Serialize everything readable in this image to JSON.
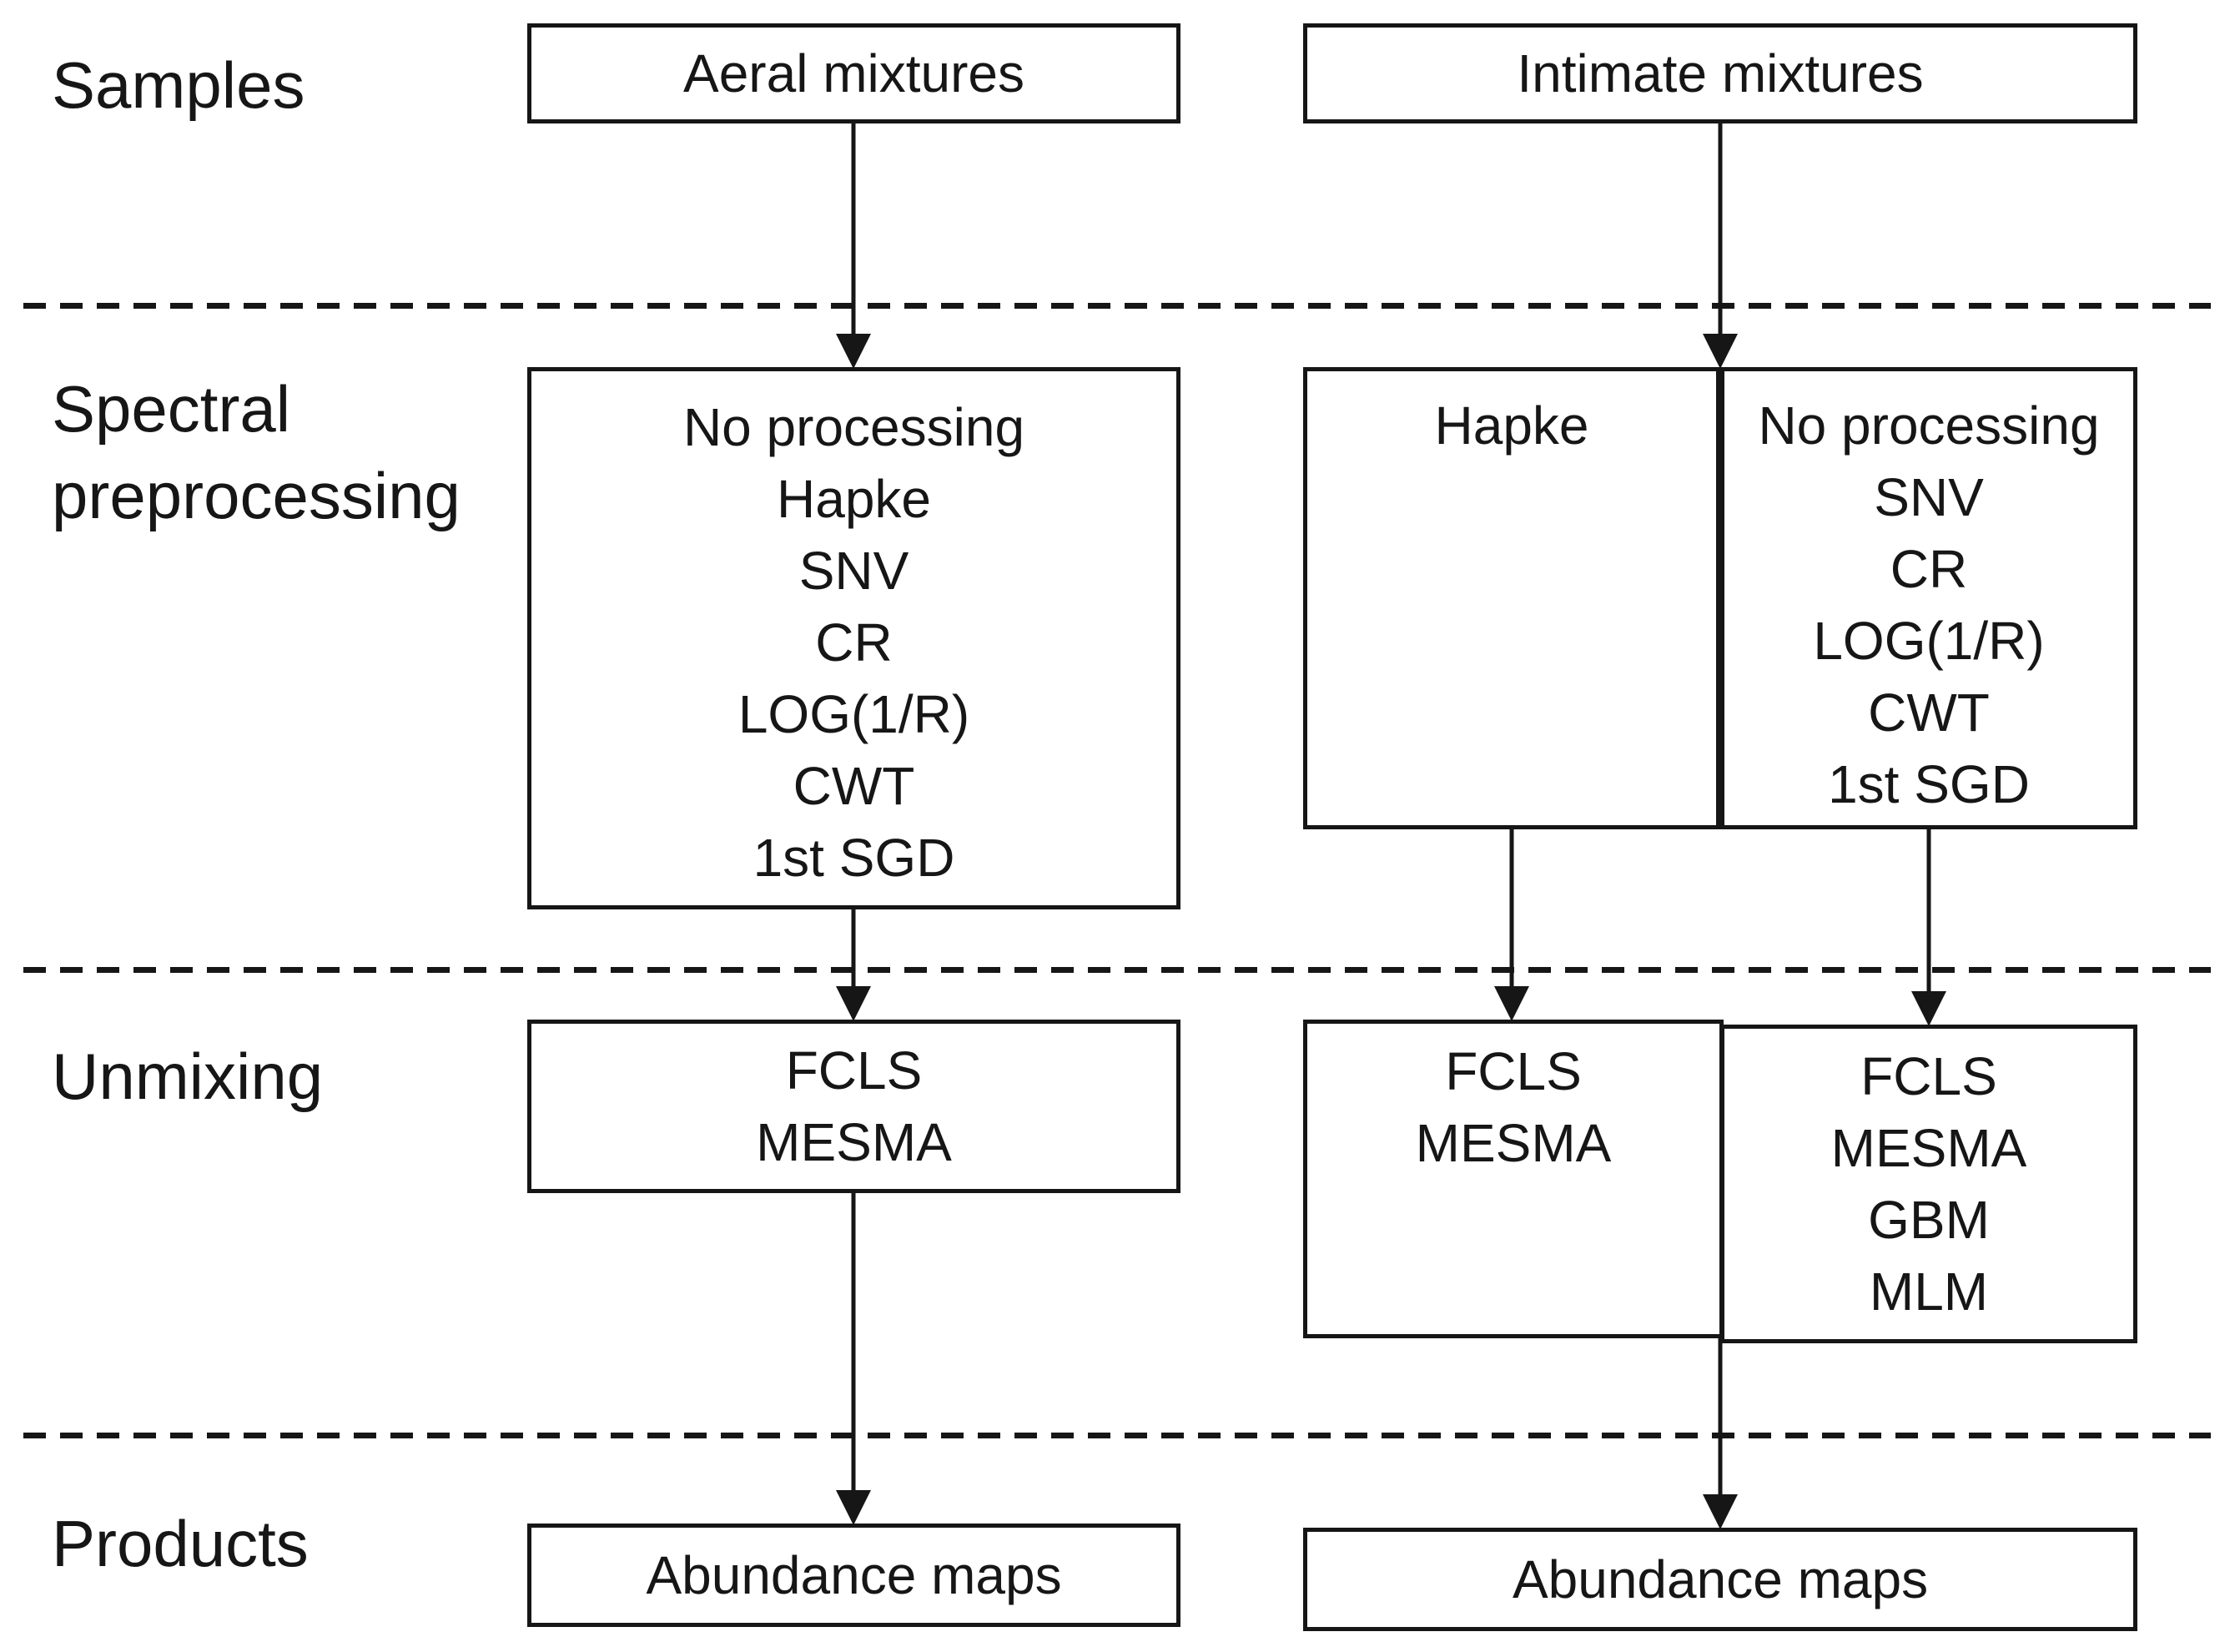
{
  "colors": {
    "ink": "#161616",
    "background": "#ffffff"
  },
  "stage_labels": {
    "samples": "Samples",
    "spectral_preprocessing": [
      "Spectral",
      "preprocessing"
    ],
    "unmixing": "Unmixing",
    "products": "Products"
  },
  "areal_flow": {
    "samples_box": "Aeral mixtures",
    "preprocessing_box": [
      "No processing",
      "Hapke",
      "SNV",
      "CR",
      "LOG(1/R)",
      "CWT",
      "1st SGD"
    ],
    "unmixing_box": [
      "FCLS",
      "MESMA"
    ],
    "products_box": "Abundance maps"
  },
  "intimate_flow": {
    "samples_box": "Intimate mixtures",
    "preprocessing_hapke_box": [
      "Hapke"
    ],
    "preprocessing_no_processing_box": [
      "No processing",
      "SNV",
      "CR",
      "LOG(1/R)",
      "CWT",
      "1st SGD"
    ],
    "unmixing_fcls_mesma_box": [
      "FCLS",
      "MESMA"
    ],
    "unmixing_extended_box": [
      "FCLS",
      "MESMA",
      "GBM",
      "MLM"
    ],
    "products_box": "Abundance maps"
  }
}
